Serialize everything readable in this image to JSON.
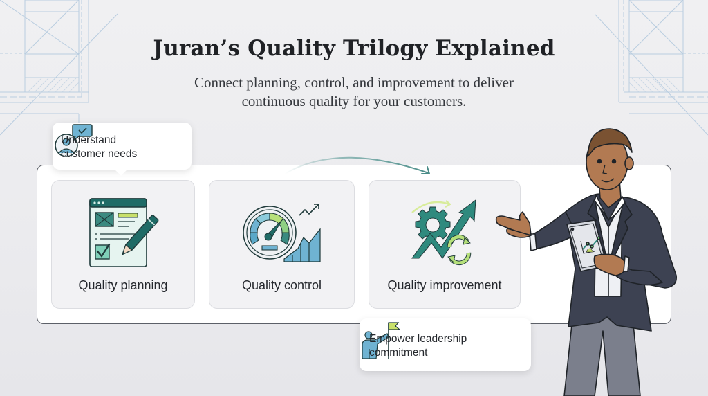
{
  "header": {
    "title": "Juran’s Quality Trilogy Explained",
    "subtitle_line1": "Connect planning, control, and improvement to deliver",
    "subtitle_line2": "continuous quality for your customers."
  },
  "callouts": {
    "top": {
      "line1": "Understand",
      "line2": "customer needs",
      "icon": "customer-feedback-icon"
    },
    "bottom": {
      "line1": "Empower leadership",
      "line2": "commitment",
      "icon": "leader-flag-icon"
    }
  },
  "cards": [
    {
      "label": "Quality planning",
      "icon": "planning-document-pencil-icon"
    },
    {
      "label": "Quality control",
      "icon": "gauge-chart-icon"
    },
    {
      "label": "Quality improvement",
      "icon": "gear-growth-arrow-icon"
    }
  ],
  "colors": {
    "teal_dark": "#1f6b66",
    "teal": "#2f8a7e",
    "lime": "#c8e06a",
    "blue": "#6fb3d2",
    "navy_suit": "#3d4252",
    "pants": "#7b7f8c",
    "skin": "#b27a52"
  }
}
